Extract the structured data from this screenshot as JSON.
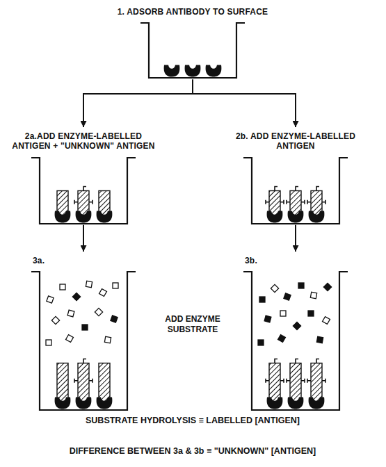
{
  "diagram": {
    "nodes": [
      {
        "text": [
          "1. ADSORB ANTIBODY TO SURFACE"
        ]
      },
      {
        "text": [
          "2a.ADD ENZYME-LABELLED ANTIGEN + \"UNKNOWN\" ANTIGEN"
        ]
      },
      {
        "text": [
          "2b. ADD ENZYME-LABELLED ANTIGEN"
        ]
      },
      {
        "text": [
          "3a."
        ]
      },
      {
        "text": [
          "3b."
        ]
      }
    ],
    "edges": [
      {
        "from": 0,
        "to": 1,
        "arrow": "to"
      },
      {
        "from": 0,
        "to": 2,
        "arrow": "to"
      },
      {
        "from": 1,
        "to": 3,
        "arrow": "to"
      },
      {
        "from": 2,
        "to": 4,
        "arrow": "to"
      }
    ],
    "labels": [
      "ADD ENZYME SUBSTRATE",
      "SUBSTRATE HYDROLYSIS ≡ LABELLED [ANTIGEN]",
      "DIFFERENCE BETWEEN 3a & 3b ≡ \"UNKNOWN\" [ANTIGEN]"
    ]
  }
}
